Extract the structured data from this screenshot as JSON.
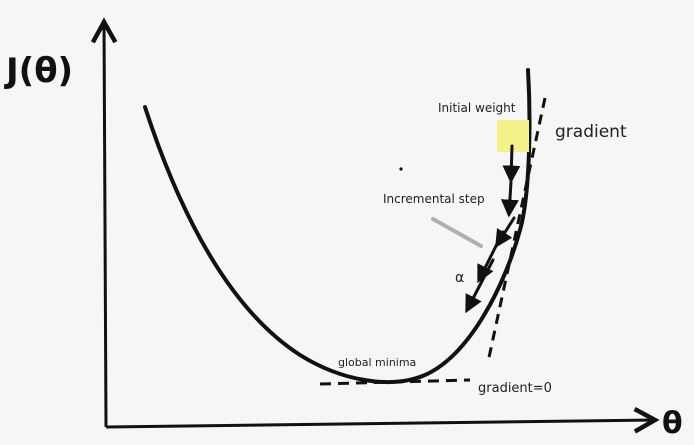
{
  "axes": {
    "y_label": "J(θ)",
    "x_label": "θ"
  },
  "annotations": {
    "initial_weight": "Initial weight",
    "gradient": "gradient",
    "incremental_step": "Incremental step",
    "alpha": "α",
    "global_minima": "global minima",
    "gradient_zero": "gradient=0"
  },
  "colors": {
    "background": "#f6f6f6",
    "ink": "#111111",
    "highlight": "#f4f38a",
    "pointer": "#b0b0b0"
  }
}
